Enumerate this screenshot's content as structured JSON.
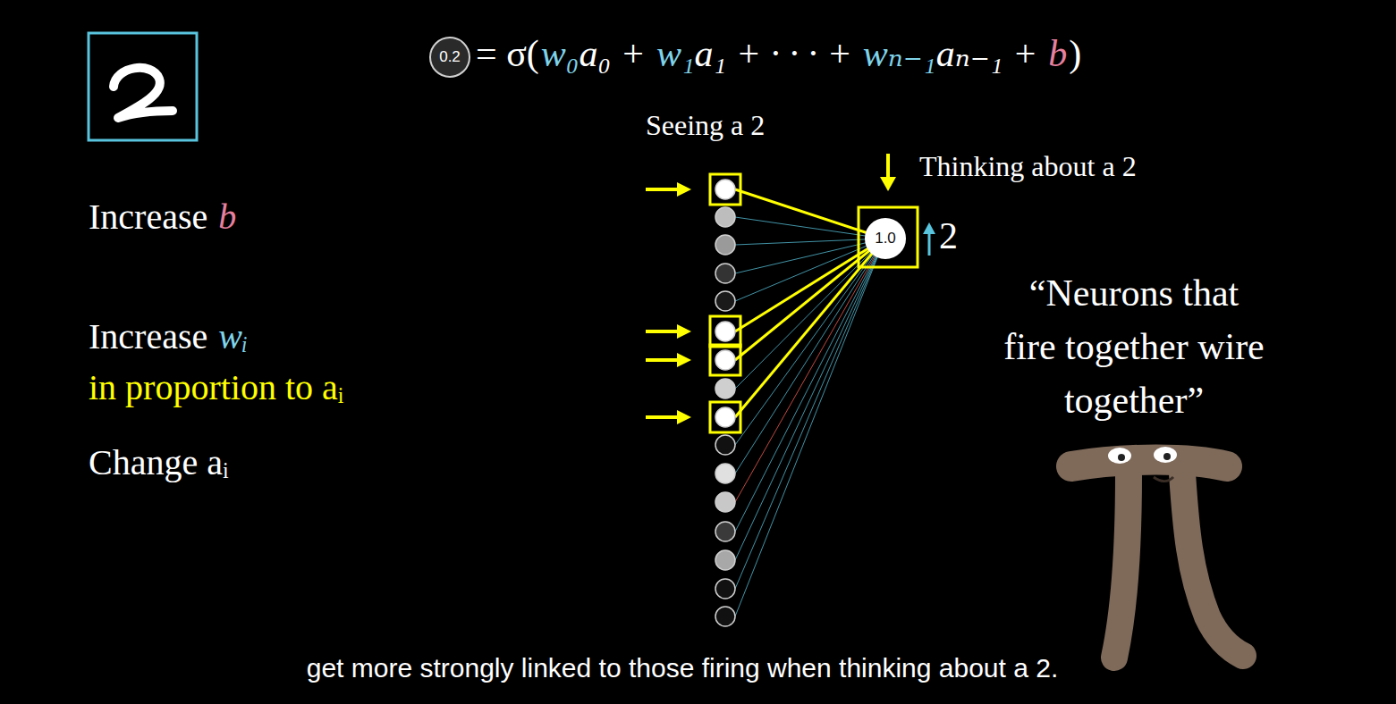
{
  "diagram": {
    "caption": "get more strongly linked to those firing when thinking about a 2.",
    "nodes": [
      {
        "text": [
          "0.2"
        ]
      },
      {
        "text": [
          "1.0"
        ]
      }
    ],
    "labels": [
      "= σ(",
      "w₀",
      "a₀ +",
      "w₁",
      "a₁ + · · · +",
      "wₙ₋₁",
      "aₙ₋₁ +",
      "b",
      ")",
      "Seeing a 2",
      "Thinking about a 2",
      "Increase",
      "b",
      "2",
      "“Neurons that fire together wire together”",
      "Increase",
      "wᵢ",
      "in proportion to aᵢ",
      "Change aᵢ"
    ]
  }
}
